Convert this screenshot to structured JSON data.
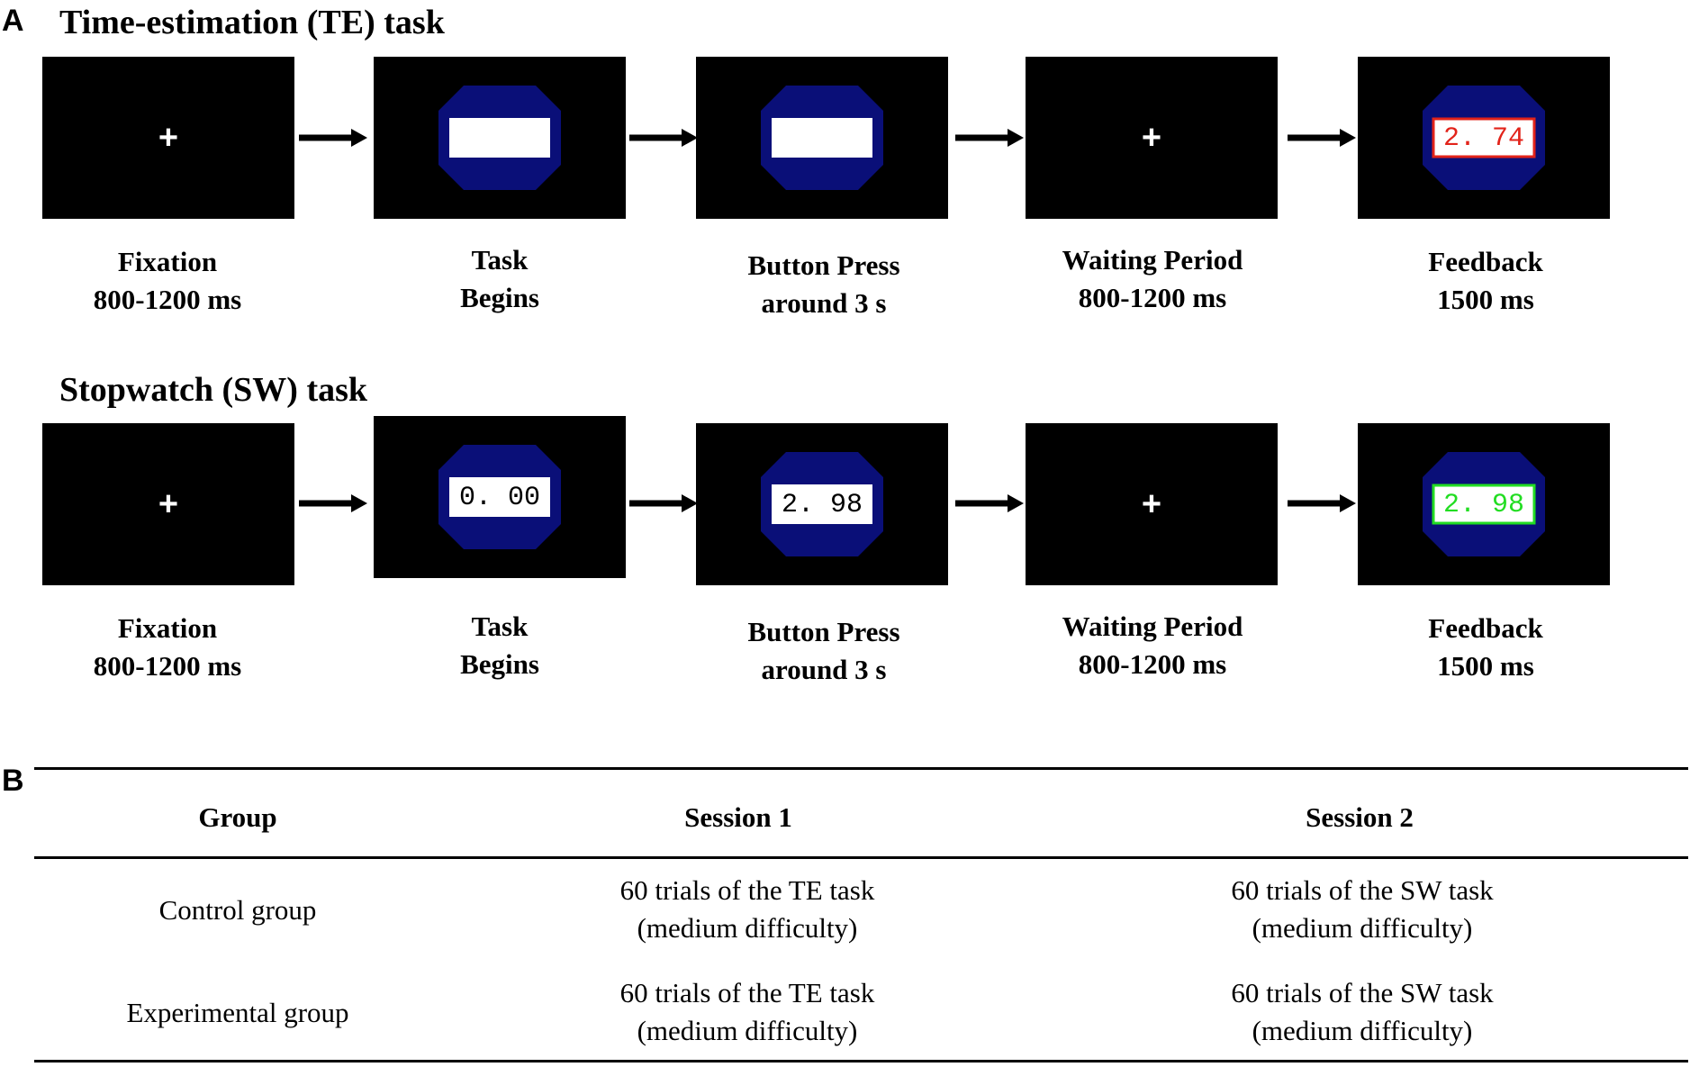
{
  "panels": {
    "a": "A",
    "b": "B"
  },
  "te_task": {
    "title": "Time-estimation (TE) task",
    "screens": [
      {
        "type": "fixation",
        "symbol": "+",
        "caption1": "Fixation",
        "caption2": "800-1200 ms"
      },
      {
        "type": "stop",
        "display": "",
        "caption1": "Task",
        "caption2": "Begins"
      },
      {
        "type": "stop",
        "display": "",
        "caption1": "Button Press",
        "caption2": "around 3 s"
      },
      {
        "type": "fixation",
        "symbol": "+",
        "caption1": "Waiting Period",
        "caption2": "800-1200 ms"
      },
      {
        "type": "stop",
        "display": "2. 74",
        "feedback_color": "#e2231a",
        "caption1": "Feedback",
        "caption2": "1500 ms"
      }
    ]
  },
  "sw_task": {
    "title": "Stopwatch (SW) task",
    "screens": [
      {
        "type": "fixation",
        "symbol": "+",
        "caption1": "Fixation",
        "caption2": "800-1200 ms"
      },
      {
        "type": "stop",
        "display": "0. 00",
        "caption1": "Task",
        "caption2": "Begins"
      },
      {
        "type": "stop",
        "display": "2. 98",
        "caption1": "Button Press",
        "caption2": "around 3 s"
      },
      {
        "type": "fixation",
        "symbol": "+",
        "caption1": "Waiting Period",
        "caption2": "800-1200 ms"
      },
      {
        "type": "stop",
        "display": "2. 98",
        "feedback_color": "#22dd22",
        "caption1": "Feedback",
        "caption2": "1500 ms"
      }
    ]
  },
  "colors": {
    "octagon": "#0a0f78",
    "screen_bg": "#000000"
  },
  "table": {
    "headers": {
      "group": "Group",
      "session1": "Session 1",
      "session2": "Session 2"
    },
    "rows": [
      {
        "group": "Control group",
        "session1_l1": "60 trials of the TE task",
        "session1_l2": "(medium difficulty)",
        "session2_l1": "60 trials of the SW task",
        "session2_l2": "(medium difficulty)"
      },
      {
        "group": "Experimental group",
        "session1_l1": "60 trials of the TE task",
        "session1_l2": "(medium difficulty)",
        "session2_l1": "60 trials of the SW task",
        "session2_l2": "(medium difficulty)"
      }
    ]
  }
}
